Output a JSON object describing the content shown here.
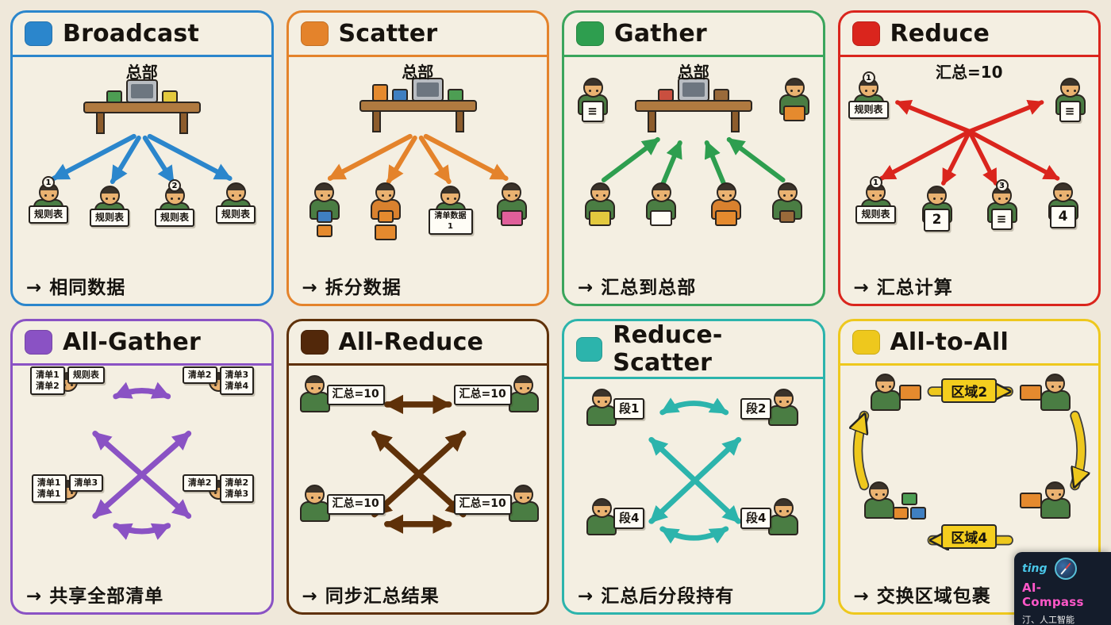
{
  "board": {
    "background": "#efe8da",
    "panel_background": "#f4efe2"
  },
  "panels": [
    {
      "key": "broadcast",
      "title": "Broadcast",
      "color": "#2b86cc",
      "hq_label": "总部",
      "caption": "→ 相同数据",
      "people": [
        {
          "badge": "1",
          "sign": "规则表"
        },
        {
          "sign": "规则表"
        },
        {
          "badge": "2",
          "sign": "规则表"
        },
        {
          "sign": "规则表"
        }
      ]
    },
    {
      "key": "scatter",
      "title": "Scatter",
      "color": "#e4832b",
      "hq_label": "总部",
      "caption": "→ 拆分数据",
      "people": [
        {
          "holding": "blue and orange packages"
        },
        {
          "holding": "orange packages"
        },
        {
          "sign": "清单数据1"
        },
        {
          "holding": "pink package"
        }
      ]
    },
    {
      "key": "gather",
      "title": "Gather",
      "color": "#3aa55c",
      "hq_label": "总部",
      "caption": "→ 汇总到总部",
      "side_people": [
        {
          "sign": "≡",
          "holding": "document"
        },
        {
          "holding": "orange bag"
        }
      ],
      "people": [
        {
          "holding": "yellow package"
        },
        {
          "holding": "open document"
        },
        {
          "holding": "orange package"
        },
        {
          "holding": "brown package"
        }
      ]
    },
    {
      "key": "reduce",
      "title": "Reduce",
      "color": "#da251d",
      "hq_label": "汇总=10",
      "caption": "→ 汇总计算",
      "side_people": [
        {
          "badge": "1",
          "sign": "规则表"
        },
        {
          "sign": "≡"
        }
      ],
      "people": [
        {
          "badge": "1",
          "sign": "规则表"
        },
        {
          "sign": "2"
        },
        {
          "badge": "3",
          "sign": "≡"
        },
        {
          "sign": "4"
        }
      ]
    },
    {
      "key": "all-gather",
      "title": "All-Gather",
      "color": "#8a52c4",
      "caption": "→ 共享全部清单",
      "people": [
        {
          "signs": [
            "清单1\n清单2",
            "规则表"
          ]
        },
        {
          "signs": [
            "清单2",
            "清单3\n清单4"
          ]
        },
        {
          "signs": [
            "清单1\n清单1",
            "清单3"
          ]
        },
        {
          "signs": [
            "清单2",
            "清单2\n清单3"
          ]
        }
      ]
    },
    {
      "key": "all-reduce",
      "title": "All-Reduce",
      "color": "#5f3109",
      "caption": "→ 同步汇总结果",
      "people": [
        {
          "sign": "汇总=10"
        },
        {
          "sign": "汇总=10"
        },
        {
          "sign": "汇总=10"
        },
        {
          "sign": "汇总=10"
        }
      ]
    },
    {
      "key": "reduce-scatter",
      "title": "Reduce-Scatter",
      "color": "#2cb4ac",
      "caption": "→ 汇总后分段持有",
      "people": [
        {
          "sign": "段1"
        },
        {
          "sign": "段2"
        },
        {
          "sign": "段4"
        },
        {
          "sign": "段4"
        }
      ]
    },
    {
      "key": "all-to-all",
      "title": "All-to-All",
      "color": "#eec81d",
      "caption": "→ 交换区域包裹",
      "flow_labels": {
        "top": "区域2",
        "bottom": "区域4"
      },
      "people": [
        {
          "holding": "orange package"
        },
        {
          "holding": "orange package"
        },
        {
          "holding": "assorted packages"
        },
        {
          "holding": "orange package"
        }
      ]
    }
  ],
  "watermark": {
    "brand_top": "ting",
    "brand_main": "AI-Compass",
    "brand_sub": "汀、人工智能"
  }
}
